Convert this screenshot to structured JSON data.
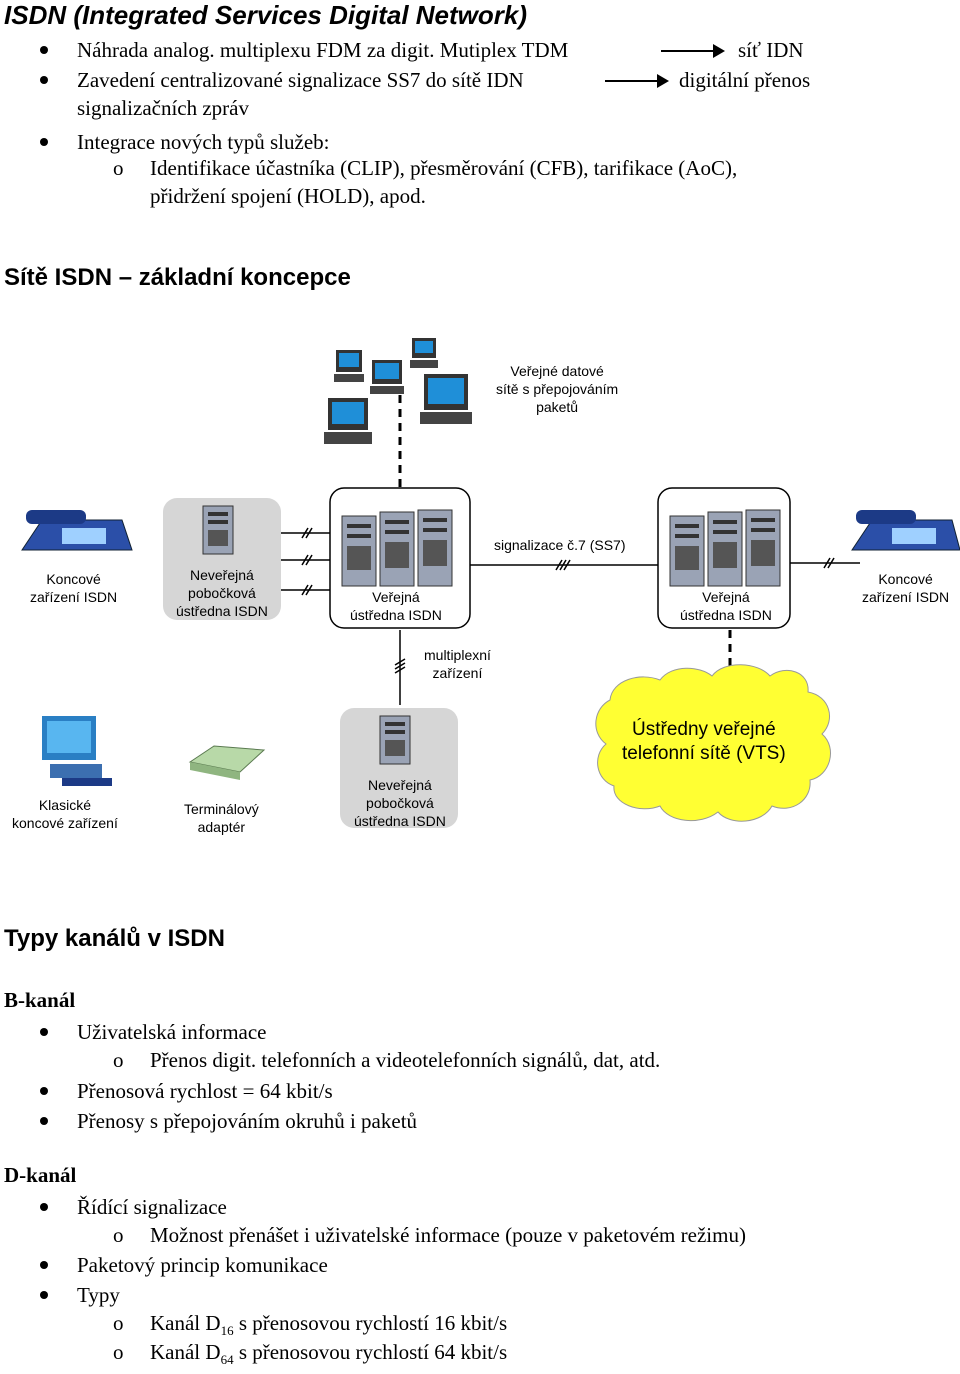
{
  "title": "ISDN (Integrated Services Digital Network)",
  "intro": {
    "b1_left": "Náhrada analog. multiplexu FDM za digit. Mutiplex TDM",
    "b1_right": "síť IDN",
    "b2_left": "Zavedení centralizované signalizace SS7 do sítě IDN",
    "b2_right": "digitální přenos",
    "b2_cont": "signalizačních zpráv",
    "b3": "Integrace nových typů služeb:",
    "b3_sub_l1": "Identifikace účastníka (CLIP), přesměrování (CFB), tarifikace (AoC),",
    "b3_sub_l2": "přidržení spojení (HOLD), apod."
  },
  "section2_title": "Sítě ISDN – základní koncepce",
  "diagram": {
    "packet_networks": [
      "Veřejné datové",
      "sítě s přepojováním",
      "paketů"
    ],
    "terminal_left": [
      "Koncové",
      "zařízení ISDN"
    ],
    "pbx_top": [
      "Neveřejná",
      "pobočková",
      "ústředna ISDN"
    ],
    "exchange_left": [
      "Veřejná",
      "ústředna ISDN"
    ],
    "signalling": "signalizace č.7 (SS7)",
    "exchange_right": [
      "Veřejná",
      "ústředna ISDN"
    ],
    "terminal_right": [
      "Koncové",
      "zařízení ISDN"
    ],
    "multiplex": [
      "multiplexní",
      "zařízení"
    ],
    "classic_terminal": [
      "Klasické",
      "koncové zařízení"
    ],
    "terminal_adapter": [
      "Terminálový",
      "adaptér"
    ],
    "pbx_bottom": [
      "Neveřejná",
      "pobočková",
      "ústředna ISDN"
    ],
    "vts": [
      "Ústředny veřejné",
      "telefonní sítě (VTS)"
    ]
  },
  "section3_title": "Typy kanálů v ISDN",
  "b_channel": {
    "label": "B-kanál",
    "i1": "Uživatelská informace",
    "i1_sub": "Přenos digit. telefonních a videotelefonních signálů, dat, atd.",
    "i2": "Přenosová rychlost = 64 kbit/s",
    "i3": "Přenosy s přepojováním okruhů i paketů"
  },
  "d_channel": {
    "label": "D-kanál",
    "i1": "Řídící signalizace",
    "i1_sub": "Možnost přenášet i uživatelské informace (pouze v paketovém režimu)",
    "i2": "Paketový princip komunikace",
    "i3": "Typy",
    "t1_pre": "Kanál D",
    "t1_sub": "16",
    "t1_post": " s přenosovou rychlostí 16 kbit/s",
    "t2_pre": "Kanál D",
    "t2_sub": "64",
    "t2_post": " s přenosovou rychlostí 64 kbit/s"
  },
  "sub_marker": "o",
  "colors": {
    "line": "#000000",
    "box_grey": "#d6d6d6",
    "cloud": "#ffff33",
    "phone": "#2b4fa8",
    "screen": "#1f8fd8"
  }
}
